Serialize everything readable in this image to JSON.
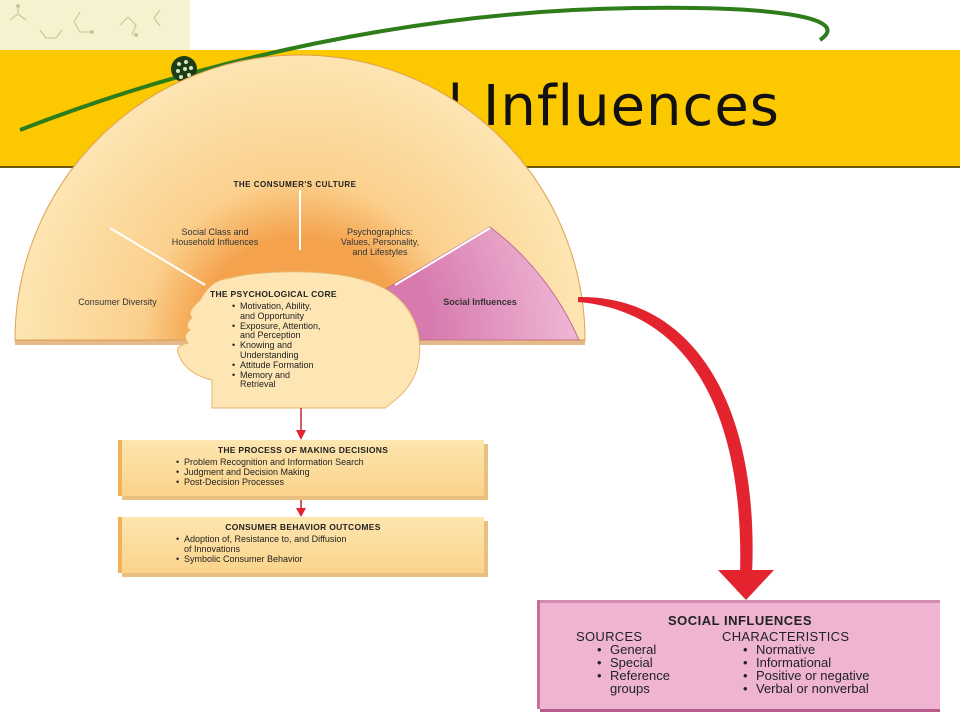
{
  "header": {
    "title": "Social Influences"
  },
  "culture": {
    "title": "THE CONSUMER'S CULTURE",
    "segments": {
      "social_class": [
        "Social Class and",
        "Household Influences"
      ],
      "psychographics": [
        "Psychographics:",
        "Values, Personality,",
        "and Lifestyles"
      ],
      "diversity": "Consumer Diversity",
      "social_influences": "Social Influences"
    }
  },
  "core": {
    "title": "THE PSYCHOLOGICAL CORE",
    "items": [
      [
        "Motivation, Ability,",
        "and Opportunity"
      ],
      [
        "Exposure, Attention,",
        "and Perception"
      ],
      [
        "Knowing and",
        "Understanding"
      ],
      [
        "Attitude Formation"
      ],
      [
        "Memory and",
        "Retrieval"
      ]
    ]
  },
  "decisions": {
    "title": "THE PROCESS OF MAKING DECISIONS",
    "items": [
      "Problem Recognition and Information Search",
      "Judgment and Decision Making",
      "Post-Decision Processes"
    ]
  },
  "outcomes": {
    "title": "CONSUMER BEHAVIOR OUTCOMES",
    "items": [
      [
        "Adoption of, Resistance to, and Diffusion",
        "of Innovations"
      ],
      [
        "Symbolic Consumer Behavior"
      ]
    ]
  },
  "social_box": {
    "title": "SOCIAL INFLUENCES",
    "sources_header": "SOURCES",
    "sources": [
      [
        "General"
      ],
      [
        "Special"
      ],
      [
        "Reference",
        "groups"
      ]
    ],
    "characteristics_header": "CHARACTERISTICS",
    "characteristics": [
      "Normative",
      "Informational",
      "Positive or negative",
      "Verbal or nonverbal"
    ]
  },
  "colors": {
    "title_bar": "#fcc800",
    "arc_fill": "#fde3a7",
    "social_segment": "#e9a8cc",
    "arrow": "#e3232e",
    "swoosh": "#2e7d1a"
  }
}
